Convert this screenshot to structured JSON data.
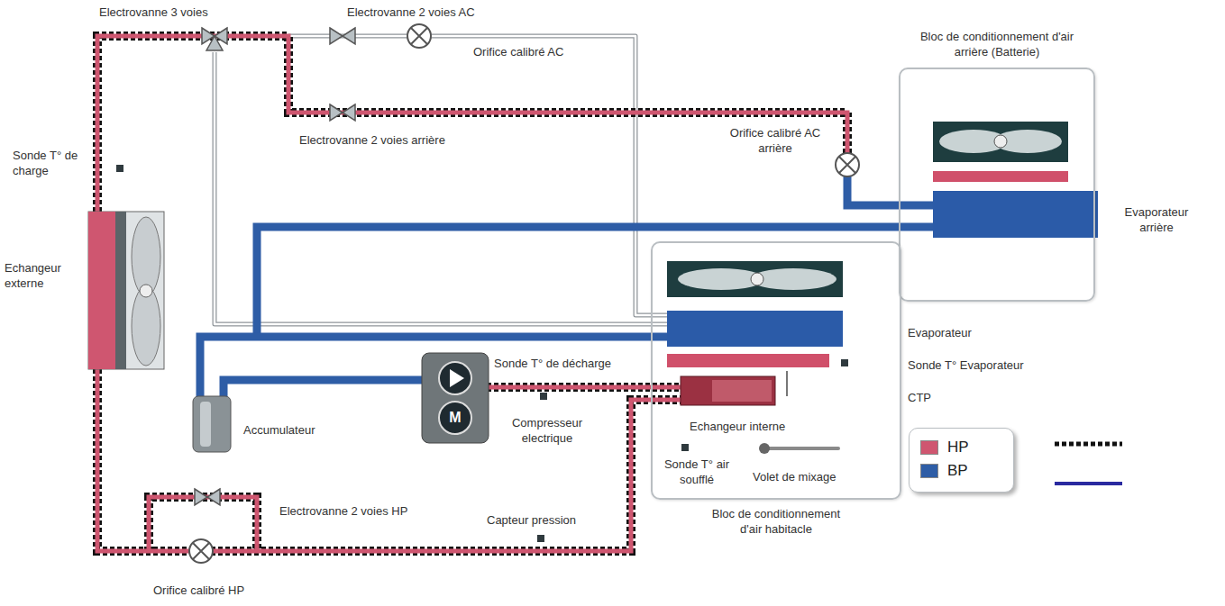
{
  "diagram": {
    "nodes": [
      {
        "text": [
          "Bloc de conditionnement d'air arrière (Batterie)"
        ]
      },
      {
        "text": [
          "Bloc de conditionnement d'air habitacle"
        ]
      }
    ],
    "labels": [
      "Electrovanne 3 voies",
      "Electrovanne 2 voies AC",
      "Orifice calibré AC",
      "Electrovanne 2 voies arrière",
      "Orifice calibré AC arrière",
      "Sonde T° de charge",
      "Echangeur externe",
      "Evaporateur arrière",
      "Evaporateur",
      "Sonde T° Evaporateur",
      "CTP",
      "Sonde T° de décharge",
      "M",
      "Accumulateur",
      "Compresseur electrique",
      "Echangeur interne",
      "Sonde T° air soufflé",
      "Volet de mixage",
      "Electrovanne 2 voies HP",
      "Capteur pression",
      "Orifice calibré HP"
    ],
    "legend": [
      {
        "text": "HP",
        "color": "#cf5670"
      },
      {
        "text": "BP",
        "color": "#2e5da6"
      }
    ]
  }
}
